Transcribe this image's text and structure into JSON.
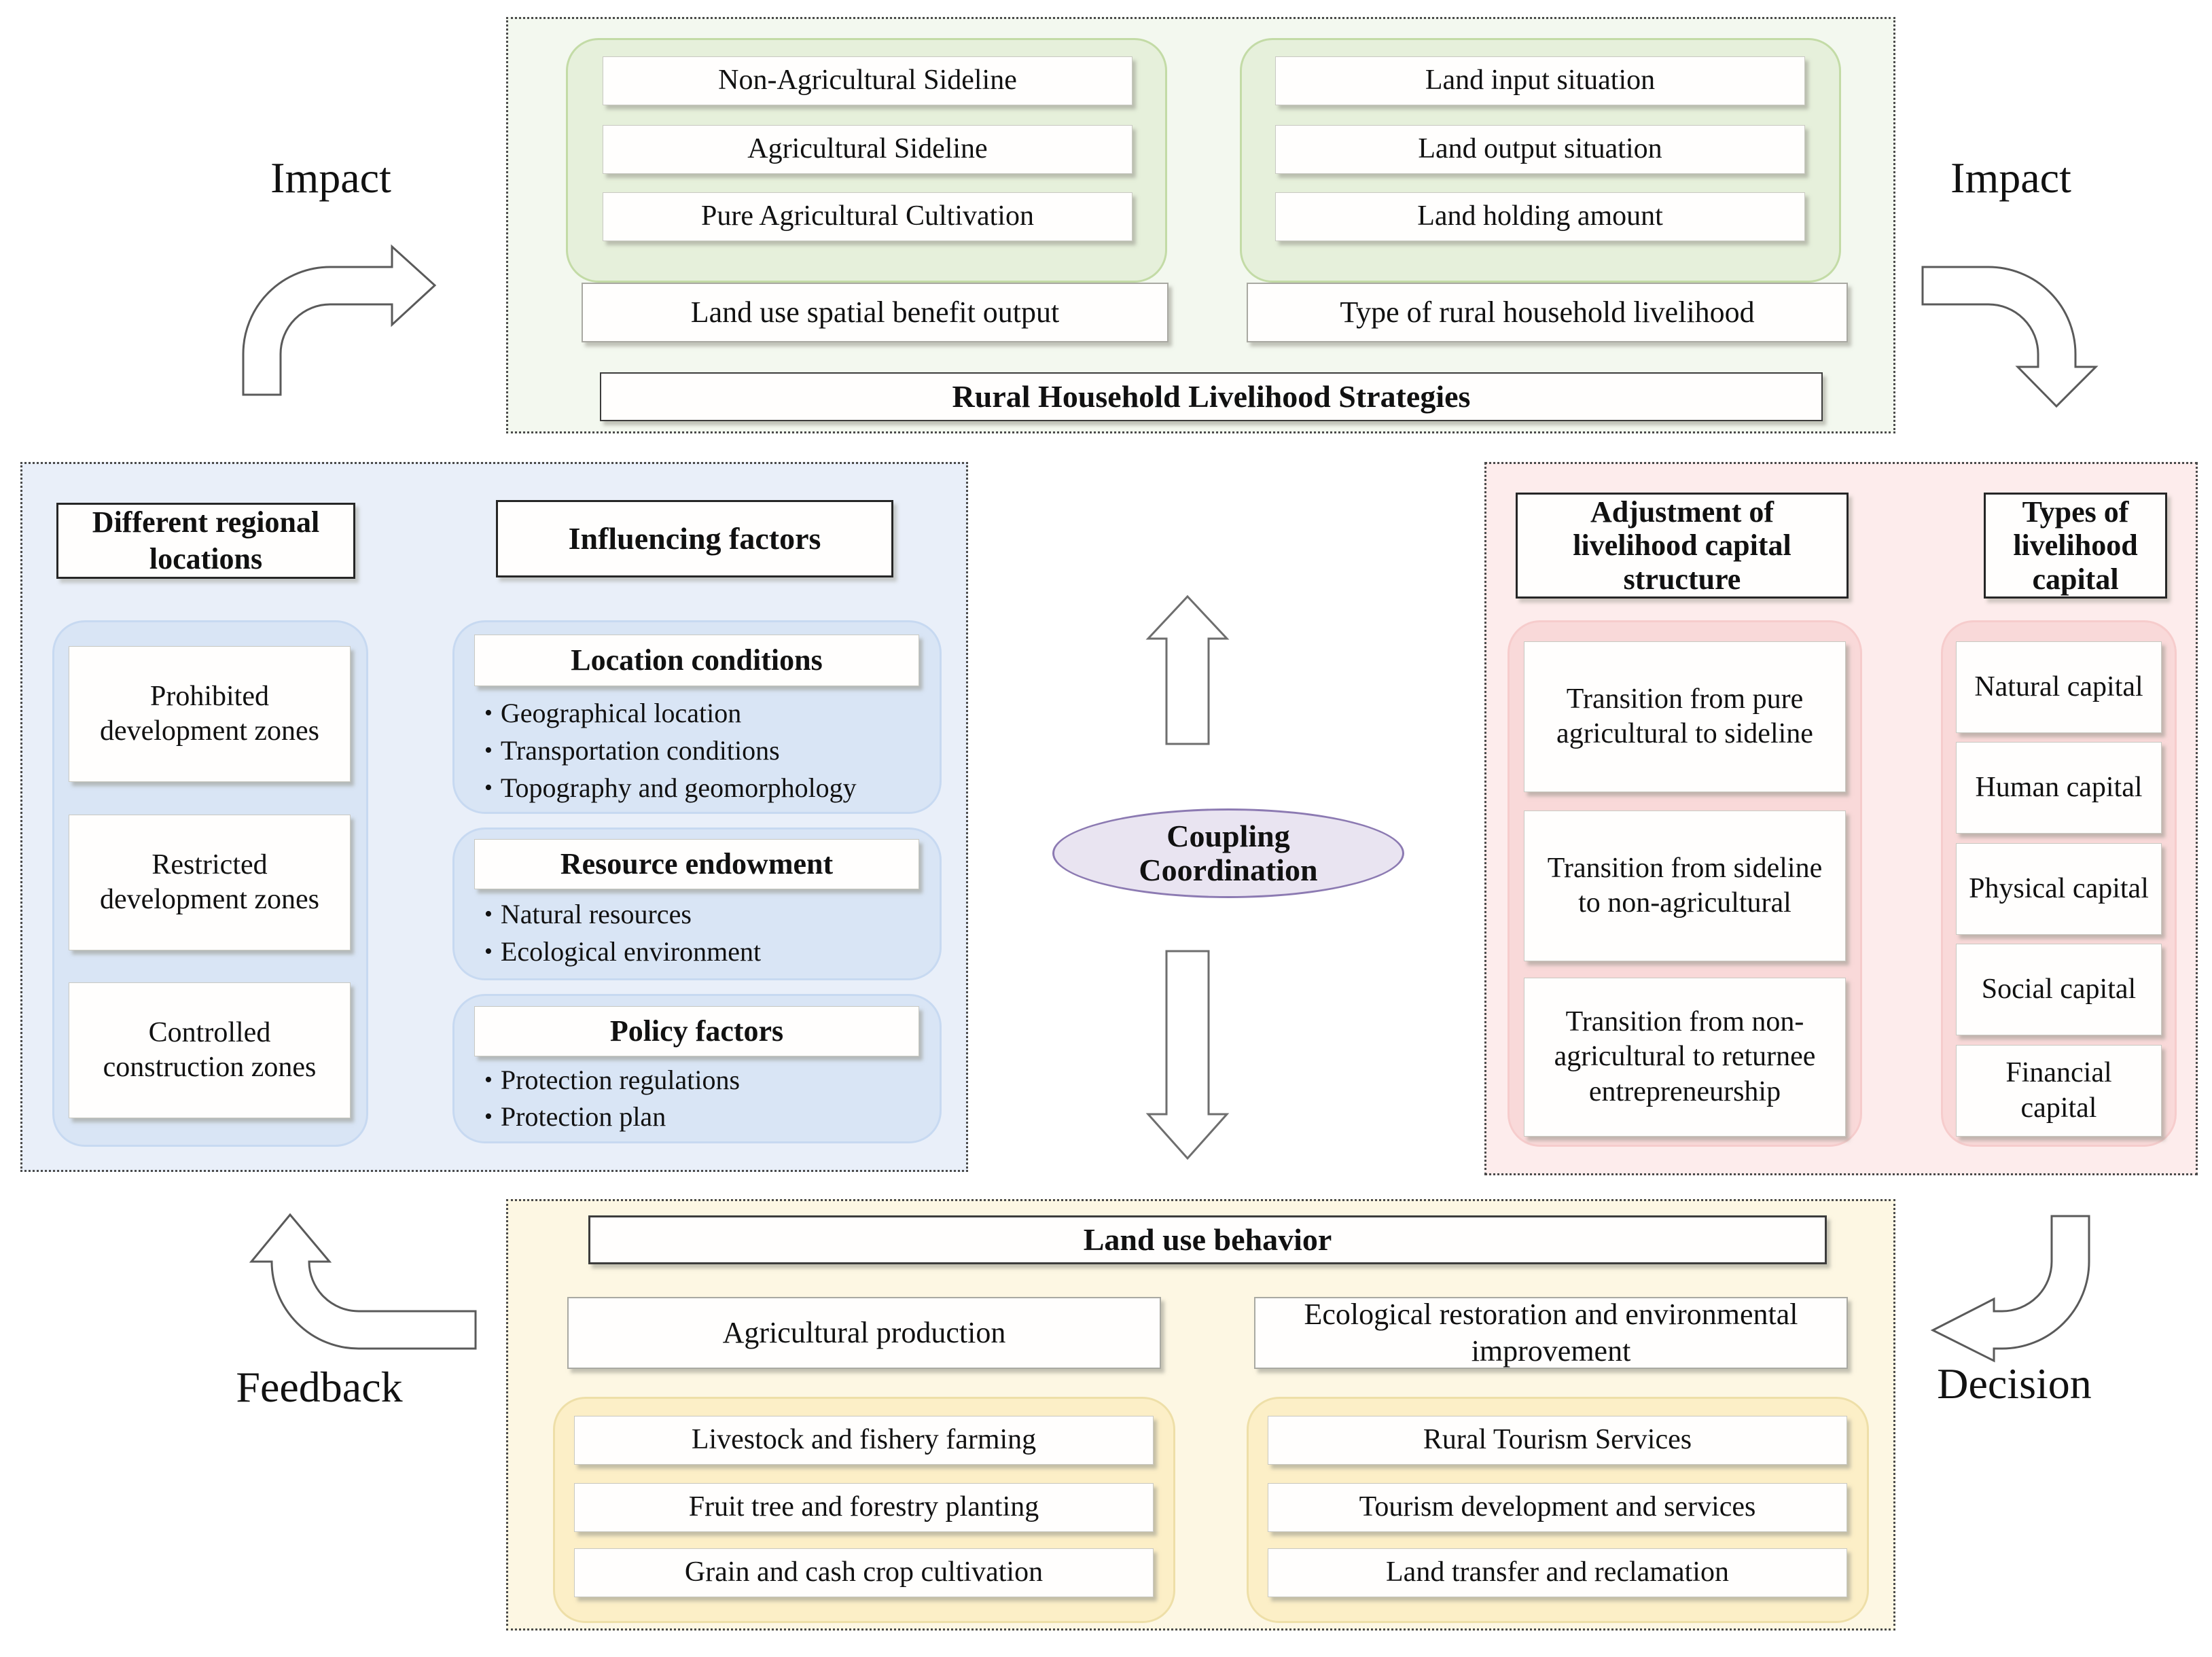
{
  "corners": {
    "impact_left": "Impact",
    "impact_right": "Impact",
    "feedback": "Feedback",
    "decision": "Decision"
  },
  "center": {
    "coupling": "Coupling Coordination"
  },
  "glyphs": {
    "bullet": "•"
  },
  "top_panel": {
    "left_items": [
      "Non-Agricultural Sideline",
      "Agricultural Sideline",
      "Pure Agricultural Cultivation"
    ],
    "right_items": [
      "Land input situation",
      "Land output situation",
      "Land holding amount"
    ],
    "left_summary": "Land use spatial benefit output",
    "right_summary": "Type of rural household livelihood",
    "title": "Rural Household Livelihood Strategies"
  },
  "left_panel": {
    "region_header": "Different regional locations",
    "factors_header": "Influencing factors",
    "zones": [
      "Prohibited development zones",
      "Restricted development zones",
      "Controlled construction zones"
    ],
    "groups": [
      {
        "title": "Location conditions",
        "bullets": [
          "Geographical location",
          "Transportation conditions",
          "Topography and geomorphology"
        ]
      },
      {
        "title": "Resource endowment",
        "bullets": [
          "Natural resources",
          "Ecological environment"
        ]
      },
      {
        "title": "Policy factors",
        "bullets": [
          "Protection regulations",
          "Protection plan"
        ]
      }
    ]
  },
  "right_panel": {
    "adjustment_header": "Adjustment of livelihood capital structure",
    "types_header": "Types of livelihood capital",
    "transitions": [
      "Transition from pure agricultural to sideline",
      "Transition from sideline to non-agricultural",
      "Transition from non-agricultural to returnee entrepreneurship"
    ],
    "capitals": [
      "Natural capital",
      "Human capital",
      "Physical capital",
      "Social capital",
      "Financial capital"
    ]
  },
  "bottom_panel": {
    "title": "Land use behavior",
    "left_header": "Agricultural production",
    "right_header": "Ecological restoration and environmental improvement",
    "left_items": [
      "Livestock and fishery farming",
      "Fruit tree and forestry planting",
      "Grain and cash crop cultivation"
    ],
    "right_items": [
      "Rural Tourism Services",
      "Tourism development and services",
      "Land transfer and reclamation"
    ]
  },
  "colors": {
    "green_panel": "#f3f8ef",
    "green_group": "#e6f0db",
    "blue_panel": "#e9eff9",
    "blue_group": "#d9e5f5",
    "pink_panel": "#fdecec",
    "pink_group": "#f9d9d9",
    "yellow_panel": "#fdf7e3",
    "yellow_group": "#fcefc7",
    "ellipse_fill": "#e9e4f1",
    "ellipse_border": "#8c7ab2"
  }
}
